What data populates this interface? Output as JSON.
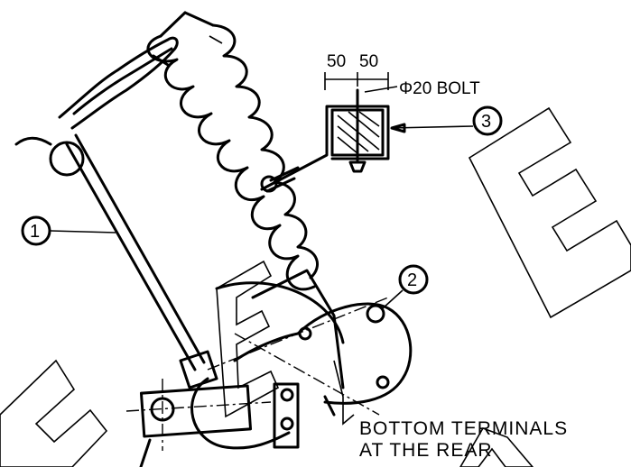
{
  "dimensions": {
    "left": "50",
    "right": "50",
    "bolt": "Φ20 BOLT"
  },
  "callouts": [
    "1",
    "2",
    "3"
  ],
  "note": {
    "line1": "BOTTOM TERMINALS",
    "line2": "AT THE REAR"
  }
}
